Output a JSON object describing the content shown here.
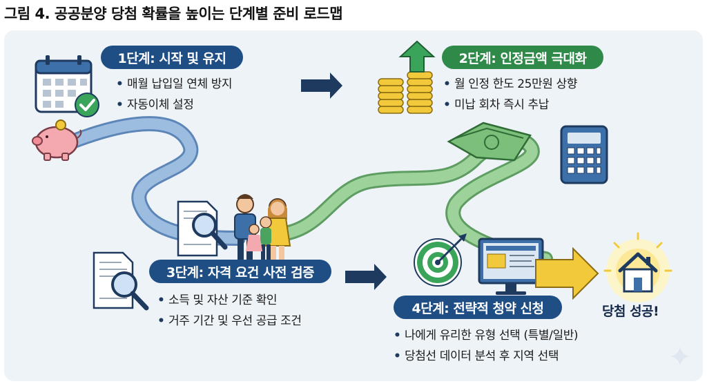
{
  "title": "그림 4. 공공분양 당첨 확률을 높이는 단계별 준비 로드맵",
  "steps": [
    {
      "label": "1단계: 시작 및 유지",
      "items": [
        "매월 납입일 연체 방지",
        "자동이체 설정"
      ]
    },
    {
      "label": "2단계: 인정금액 극대화",
      "items": [
        "월 인정 한도 25만원 상향",
        "미납 회차 즉시 추납"
      ]
    },
    {
      "label": "3단계: 자격 요건 사전 검증",
      "items": [
        "소득 및 자산 기준 확인",
        "거주 기간 및 우선 공급 조건"
      ]
    },
    {
      "label": "4단계: 전략적 청약 신청",
      "items": [
        "나에게 유리한 유형 선택 (특별/일반)",
        "당첨선 데이터 분석 후 지역 선택"
      ]
    }
  ],
  "goal": "당첨 성공!",
  "colors": {
    "step_blue": "#1f4e85",
    "step_green": "#2f8a4a",
    "road_blue": "#8fb2d9",
    "road_green": "#8ec98d",
    "arrow_yellow": "#f1c93a",
    "arrow_navy": "#1f3a5f"
  },
  "icons": [
    "calendar-check-icon",
    "piggy-bank-icon",
    "coin-stack-icon",
    "growth-arrow-icon",
    "money-bills-icon",
    "calculator-icon",
    "document-magnifier-icon",
    "family-icon",
    "target-icon",
    "monitor-icon",
    "house-icon",
    "sparkle-icon"
  ]
}
